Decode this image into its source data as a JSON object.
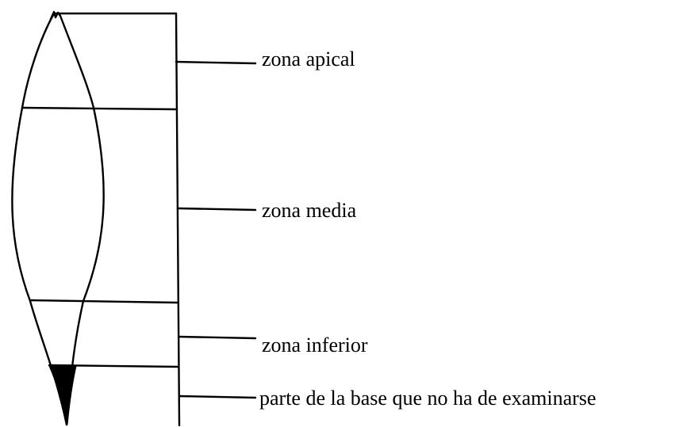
{
  "labels": {
    "apical": "zona apical",
    "media": "zona media",
    "inferior": "zona inferior",
    "base": "parte de la base que no ha de examinarse"
  },
  "colors": {
    "ink": "#000000",
    "background": "#ffffff"
  }
}
